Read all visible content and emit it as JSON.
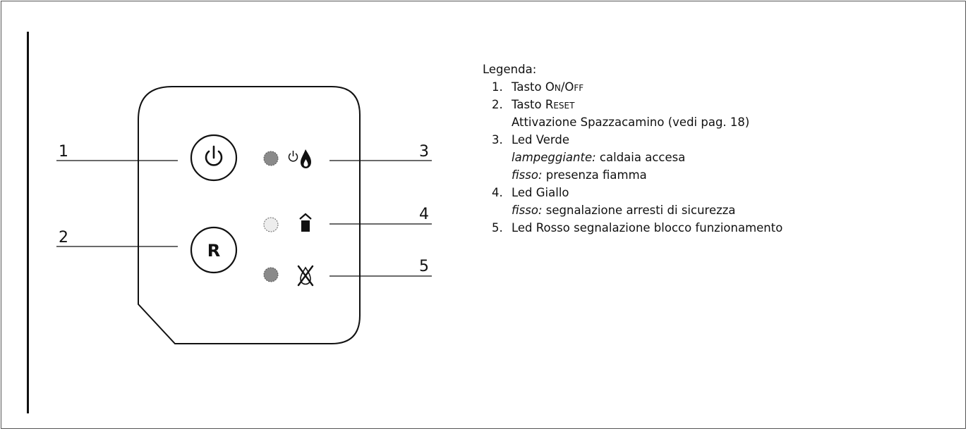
{
  "callouts": [
    "1",
    "2",
    "3",
    "4",
    "5"
  ],
  "buttons": {
    "power": {
      "icon": "power-icon"
    },
    "reset": {
      "label": "R"
    }
  },
  "leds": [
    {
      "name": "led-green",
      "color": "#8a8a8a",
      "icon": "power-flame-icon"
    },
    {
      "name": "led-yellow",
      "color": "#ededed",
      "icon": "chimney-icon"
    },
    {
      "name": "led-red",
      "color": "#8a8a8a",
      "icon": "flame-blocked-icon"
    }
  ],
  "legend": {
    "title": "Legenda:",
    "items": [
      {
        "n": "1.",
        "prefix": "Tasto ",
        "smallcaps": "On/Off",
        "lines": []
      },
      {
        "n": "2.",
        "prefix": "Tasto ",
        "smallcaps": "Reset",
        "lines": [
          {
            "em": "",
            "text": "Attivazione Spazzacamino (vedi pag. 18)"
          }
        ]
      },
      {
        "n": "3.",
        "prefix": "Led Verde",
        "smallcaps": "",
        "lines": [
          {
            "em": "lampeggiante:",
            "text": " caldaia accesa"
          },
          {
            "em": "fisso:",
            "text": " presenza fiamma"
          }
        ]
      },
      {
        "n": "4.",
        "prefix": "Led Giallo",
        "smallcaps": "",
        "lines": [
          {
            "em": "fisso:",
            "text": " segnalazione arresti di sicurezza"
          }
        ]
      },
      {
        "n": "5.",
        "prefix": "Led Rosso segnalazione blocco funzionamento",
        "smallcaps": "",
        "lines": []
      }
    ]
  }
}
